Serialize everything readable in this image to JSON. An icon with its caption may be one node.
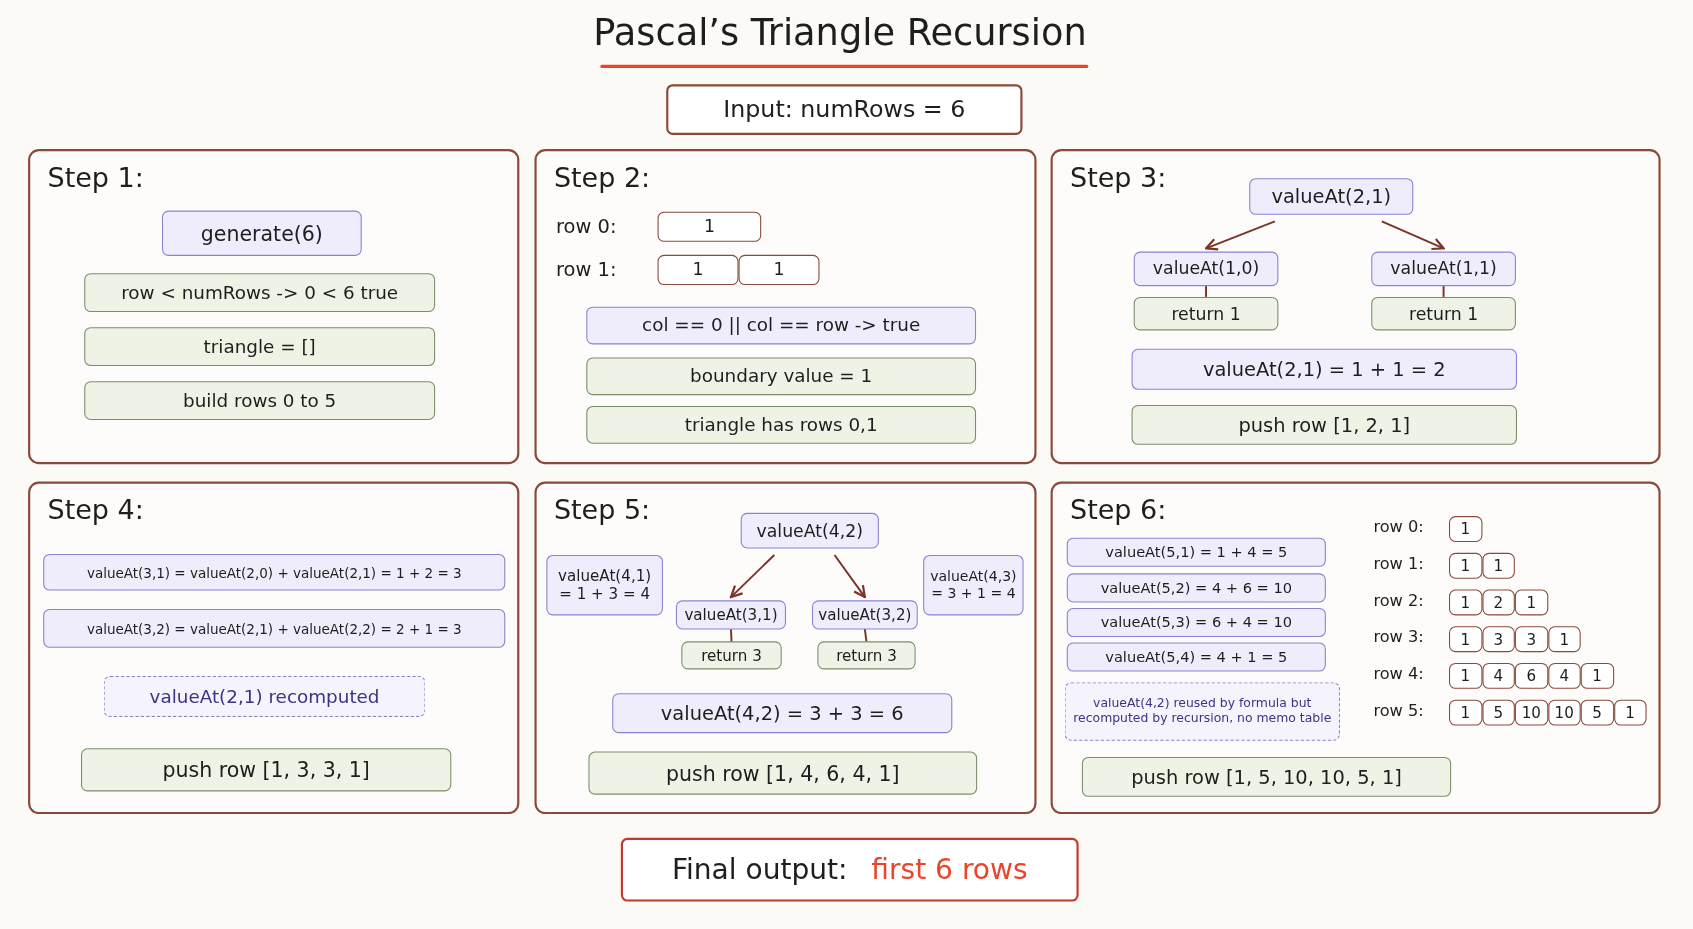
{
  "diagram": {
    "title": "Pascal’s Triangle Recursion",
    "nodes": [
      {
        "text": [
          "Input: numRows = 6"
        ]
      },
      {
        "text": [
          "Step 1:"
        ]
      },
      {
        "text": [
          "generate(6)"
        ],
        "in": 1
      },
      {
        "text": [
          "row < numRows -> 0 < 6 true"
        ],
        "in": 1
      },
      {
        "text": [
          "triangle = []"
        ],
        "in": 1
      },
      {
        "text": [
          "build rows 0 to 5"
        ],
        "in": 1
      },
      {
        "text": [
          "Step 2:"
        ]
      },
      {
        "text": [
          "1"
        ],
        "in": 6
      },
      {
        "text": [
          "1"
        ],
        "in": 6
      },
      {
        "text": [
          "1"
        ],
        "in": 6
      },
      {
        "text": [
          "col == 0 || col == row -> true"
        ],
        "in": 6
      },
      {
        "text": [
          "boundary value = 1"
        ],
        "in": 6
      },
      {
        "text": [
          "triangle has rows 0,1"
        ],
        "in": 6
      },
      {
        "text": [
          "Step 3:"
        ]
      },
      {
        "text": [
          "valueAt(2,1)"
        ],
        "in": 13
      },
      {
        "text": [
          "valueAt(1,0)"
        ],
        "in": 13
      },
      {
        "text": [
          "return 1"
        ],
        "in": 13
      },
      {
        "text": [
          "valueAt(1,1)"
        ],
        "in": 13
      },
      {
        "text": [
          "return 1"
        ],
        "in": 13
      },
      {
        "text": [
          "valueAt(2,1) = 1 + 1 = 2"
        ],
        "in": 13
      },
      {
        "text": [
          "push row [1, 2, 1]"
        ],
        "in": 13
      },
      {
        "text": [
          "Step 4:"
        ]
      },
      {
        "text": [
          "valueAt(3,1) = valueAt(2,0) + valueAt(2,1) = 1 + 2 = 3"
        ],
        "in": 21
      },
      {
        "text": [
          "valueAt(3,2) = valueAt(2,1) + valueAt(2,2) = 2 + 1 = 3"
        ],
        "in": 21
      },
      {
        "text": [
          "valueAt(2,1) recomputed"
        ],
        "in": 21
      },
      {
        "text": [
          "push row [1, 3, 3, 1]"
        ],
        "in": 21
      },
      {
        "text": [
          "Step 5:"
        ]
      },
      {
        "text": [
          "valueAt(4,2)"
        ],
        "in": 26
      },
      {
        "text": [
          "valueAt(4,1) = 1 + 3 = 4"
        ],
        "in": 26
      },
      {
        "text": [
          "valueAt(3,1)"
        ],
        "in": 26
      },
      {
        "text": [
          "return 3"
        ],
        "in": 26
      },
      {
        "text": [
          "valueAt(3,2)"
        ],
        "in": 26
      },
      {
        "text": [
          "return 3"
        ],
        "in": 26
      },
      {
        "text": [
          "valueAt(4,3) = 3 + 1 = 4"
        ],
        "in": 26
      },
      {
        "text": [
          "valueAt(4,2) = 3 + 3 = 6"
        ],
        "in": 26
      },
      {
        "text": [
          "push row [1, 4, 6, 4, 1]"
        ],
        "in": 26
      },
      {
        "text": [
          "Step 6:"
        ]
      },
      {
        "text": [
          "valueAt(5,1) = 1 + 4 = 5"
        ],
        "in": 36
      },
      {
        "text": [
          "valueAt(5,2) = 4 + 6 = 10"
        ],
        "in": 36
      },
      {
        "text": [
          "valueAt(5,3) = 6 + 4 = 10"
        ],
        "in": 36
      },
      {
        "text": [
          "valueAt(5,4) = 4 + 1 = 5"
        ],
        "in": 36
      },
      {
        "text": [
          "valueAt(4,2) reused by formula but recomputed by recursion, no memo table"
        ],
        "in": 36
      },
      {
        "text": [
          "push row [1, 5, 10, 10, 5, 1]"
        ],
        "in": 36
      },
      {
        "text": [
          "1"
        ],
        "in": 36
      },
      {
        "text": [
          "1"
        ],
        "in": 36
      },
      {
        "text": [
          "1"
        ],
        "in": 36
      },
      {
        "text": [
          "1"
        ],
        "in": 36
      },
      {
        "text": [
          "2"
        ],
        "in": 36
      },
      {
        "text": [
          "1"
        ],
        "in": 36
      },
      {
        "text": [
          "1"
        ],
        "in": 36
      },
      {
        "text": [
          "3"
        ],
        "in": 36
      },
      {
        "text": [
          "3"
        ],
        "in": 36
      },
      {
        "text": [
          "1"
        ],
        "in": 36
      },
      {
        "text": [
          "1"
        ],
        "in": 36
      },
      {
        "text": [
          "4"
        ],
        "in": 36
      },
      {
        "text": [
          "6"
        ],
        "in": 36
      },
      {
        "text": [
          "4"
        ],
        "in": 36
      },
      {
        "text": [
          "1"
        ],
        "in": 36
      },
      {
        "text": [
          "1"
        ],
        "in": 36
      },
      {
        "text": [
          "5"
        ],
        "in": 36
      },
      {
        "text": [
          "10"
        ],
        "in": 36
      },
      {
        "text": [
          "10"
        ],
        "in": 36
      },
      {
        "text": [
          "5"
        ],
        "in": 36
      },
      {
        "text": [
          "1"
        ],
        "in": 36
      },
      {
        "text": [
          "Final output:",
          "first 6 rows"
        ]
      }
    ],
    "edges": [
      {
        "from": 14,
        "to": 15,
        "arrow": "to"
      },
      {
        "from": 14,
        "to": 17,
        "arrow": "to"
      },
      {
        "from": 15,
        "to": 16,
        "arrow": "none"
      },
      {
        "from": 17,
        "to": 18,
        "arrow": "none"
      },
      {
        "from": 27,
        "to": 29,
        "arrow": "to"
      },
      {
        "from": 27,
        "to": 31,
        "arrow": "to"
      },
      {
        "from": 29,
        "to": 30,
        "arrow": "none"
      },
      {
        "from": 31,
        "to": 32,
        "arrow": "none"
      }
    ],
    "labels": [
      "row 0:",
      "row 1:",
      "row 0:",
      "row 1:",
      "row 2:",
      "row 3:",
      "row 4:",
      "row 5:"
    ]
  }
}
